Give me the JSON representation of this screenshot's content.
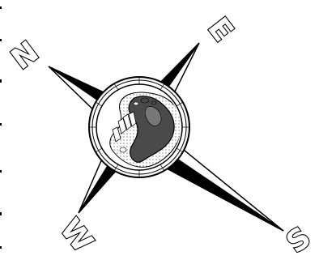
{
  "compass": {
    "north_label": "N",
    "east_label": "E",
    "south_label": "S",
    "west_label": "W"
  },
  "colors": {
    "ink": "#000000",
    "paper": "#ffffff",
    "land": "#4a4a4a",
    "ring": "#f2f2f2"
  }
}
